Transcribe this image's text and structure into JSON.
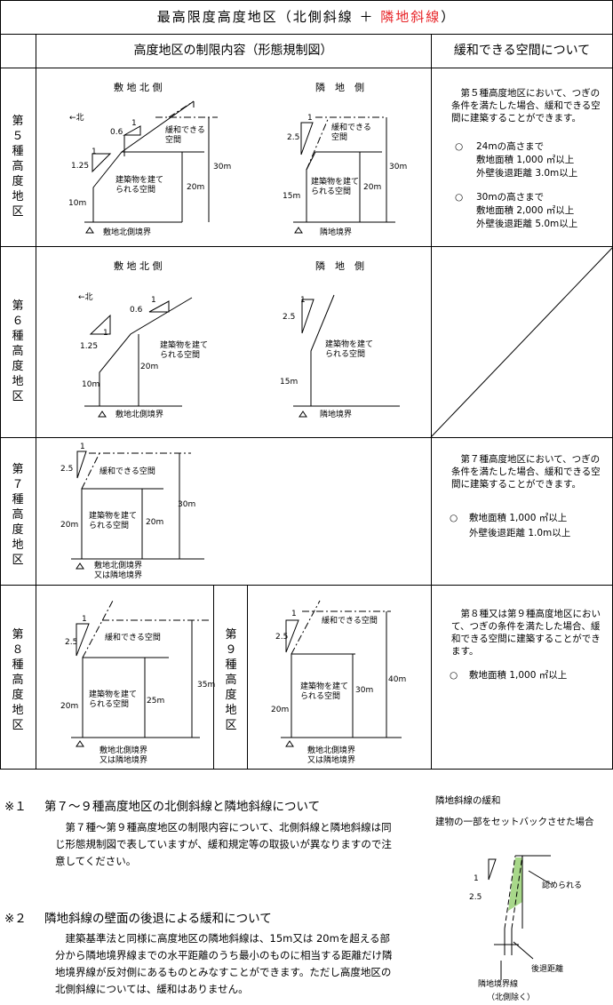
{
  "title": {
    "prefix": "最高限度高度地区（北側斜線 ＋ ",
    "red": "隣地斜線",
    "suffix": "）"
  },
  "headers": {
    "left": "高度地区の制限内容（形態規制図）",
    "right": "緩和できる空間について"
  },
  "rows": {
    "r5": {
      "label": "第５種高度地区",
      "north": {
        "title": "敷 地 北 側",
        "arrow": "←北",
        "slope1": "1",
        "slope1v": "0.6",
        "slope2": "1",
        "slope2v": "1.25",
        "relax": "緩和できる\n空間",
        "build": "建築物を建て\nられる空間",
        "h10": "10m",
        "h20": "20m",
        "h30": "30m",
        "boundary": "敷地北側境界"
      },
      "neighbor": {
        "title": "隣　地　側",
        "slope": "1",
        "slopev": "2.5",
        "relax": "緩和できる\n空間",
        "build": "建築物を建て\nられる空間",
        "h15": "15m",
        "h20": "20m",
        "h30": "30m",
        "boundary": "隣地境界"
      },
      "relief": {
        "intro": "第５種高度地区において、つぎの条件を満たした場合、緩和できる空間に建築することができます。",
        "c1a": "24mの高さまで",
        "c1b": "敷地面積 1,000 ㎡以上",
        "c1c": "外壁後退距離 3.0m以上",
        "c2a": "30mの高さまで",
        "c2b": "敷地面積 2,000 ㎡以上",
        "c2c": "外壁後退距離 5.0m以上"
      }
    },
    "r6": {
      "label": "第６種高度地区",
      "north": {
        "title": "敷 地 北 側",
        "arrow": "←北",
        "slope1": "1",
        "slope1v": "0.6",
        "slope2": "1",
        "slope2v": "1.25",
        "build": "建築物を建て\nられる空間",
        "h10": "10m",
        "h20": "20m",
        "boundary": "敷地北側境界"
      },
      "neighbor": {
        "title": "隣　地　側",
        "slope": "1",
        "slopev": "2.5",
        "build": "建築物を建て\nられる空間",
        "h15": "15m",
        "boundary": "隣地境界"
      }
    },
    "r7": {
      "label": "第７種高度地区",
      "diagram": {
        "slope": "1",
        "slopev": "2.5",
        "relax": "緩和できる空間",
        "build": "建築物を建て\nられる空間",
        "h20a": "20m",
        "h20b": "20m",
        "h30": "30m",
        "boundary1": "敷地北側境界",
        "boundary2": "又は隣地境界"
      },
      "relief": {
        "intro": "第７種高度地区において、つぎの条件を満たした場合、緩和できる空間に建築することができます。",
        "c1a": "敷地面積 1,000 ㎡以上",
        "c1b": "外壁後退距離 1.0m以上"
      }
    },
    "r8": {
      "label8": "第８種高度地区",
      "label9": "第９種高度地区",
      "d8": {
        "slope": "1",
        "slopev": "2.5",
        "relax": "緩和できる空間",
        "build": "建築物を建て\nられる空間",
        "h20": "20m",
        "h25": "25m",
        "h35": "35m",
        "boundary1": "敷地北側境界",
        "boundary2": "又は隣地境界"
      },
      "d9": {
        "slope": "1",
        "slopev": "2.5",
        "relax": "緩和できる空間",
        "build": "建築物を建て\nられる空間",
        "h20": "20m",
        "h30": "30m",
        "h40": "40m",
        "boundary1": "敷地北側境界",
        "boundary2": "又は隣地境界"
      },
      "relief": {
        "intro": "第８種又は第９種高度地区において、つぎの条件を満たした場合、緩和できる空間に建築することができます。",
        "c1a": "敷地面積 1,000 ㎡以上"
      }
    }
  },
  "notes": {
    "n1": {
      "mark": "※１",
      "title": "第７～９種高度地区の北側斜線と隣地斜線について",
      "body": "第７種～第９種高度地区の制限内容について、北側斜線と隣地斜線は同じ形態規制図で表していますが、緩和規定等の取扱いが異なりますので注意してください。"
    },
    "n2": {
      "mark": "※２",
      "title": "隣地斜線の壁面の後退による緩和について",
      "body": "建築基準法と同様に高度地区の隣地斜線は、15m又は 20mを超える部分から隣地境界線までの水平距離のうち最小のものに相当する距離だけ隣地境界線が反対側にあるものとみなすことができます。ただし高度地区の北側斜線については、緩和はありません。"
    },
    "fig": {
      "title1": "隣地斜線の緩和",
      "title2": "建物の一部をセットバックさせた場合",
      "slope": "1",
      "slopev": "2.5",
      "allowed": "認められる",
      "setback": "後退距離",
      "boundary": "隣地境界線",
      "except": "（北側除く）"
    }
  },
  "colors": {
    "red": "#e8262a",
    "green": "#a8d88a"
  }
}
